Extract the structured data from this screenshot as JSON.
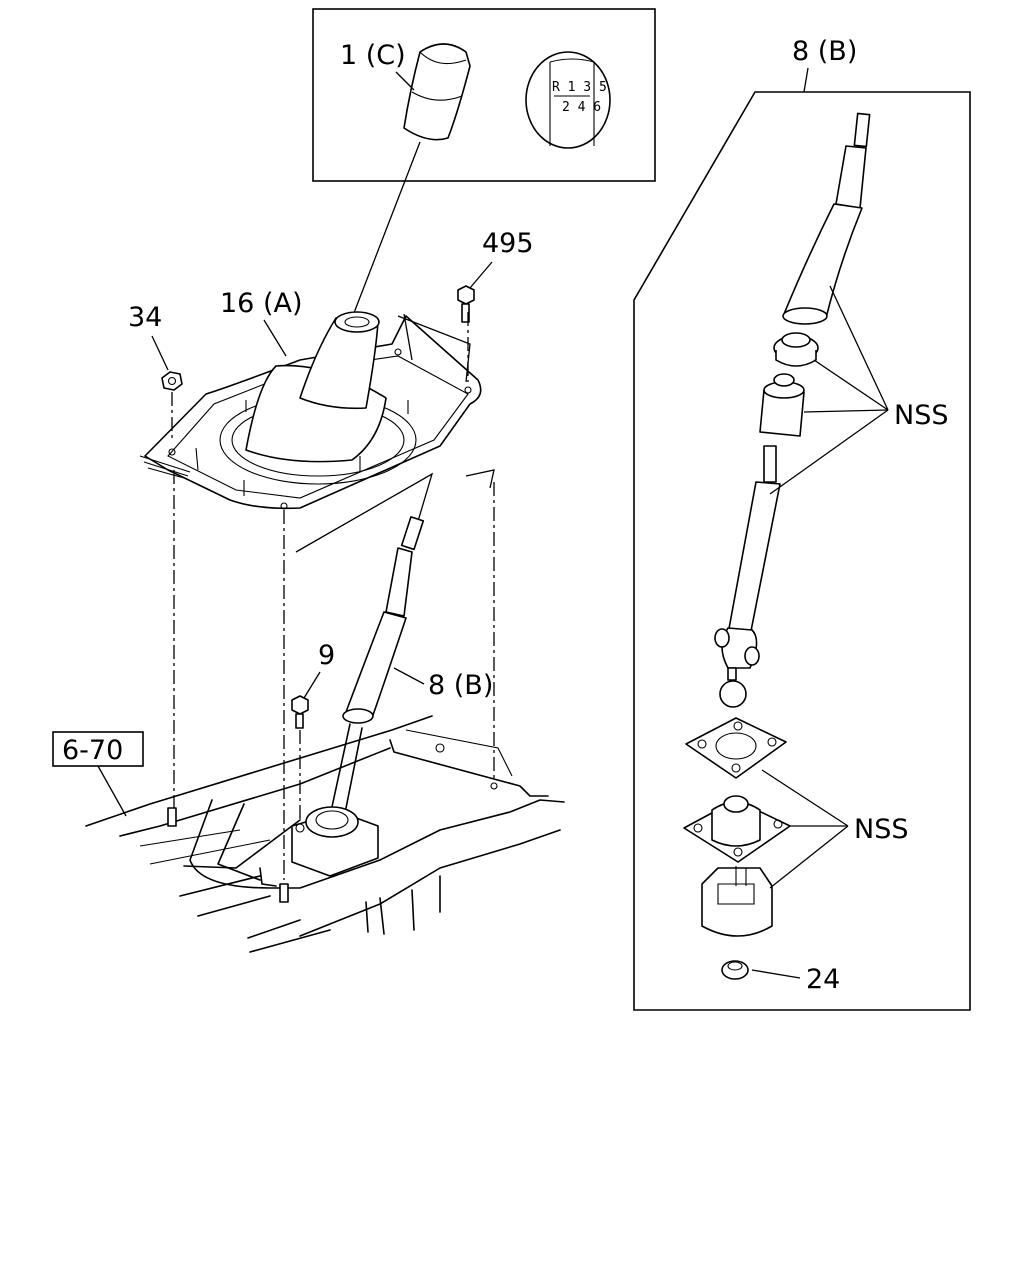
{
  "callouts": {
    "knob": "1 (C)",
    "boot": "16 (A)",
    "nut": "34",
    "bolt_top": "495",
    "bolt_small": "9",
    "lever_main": "8 (B)",
    "lever_detail": "8 (B)",
    "ref_box": "6-70",
    "nss_upper": "NSS",
    "nss_lower": "NSS",
    "bushing": "24"
  },
  "shift_pattern": {
    "top_row": "R 1 3 5",
    "bottom_row": "2 4 6"
  }
}
